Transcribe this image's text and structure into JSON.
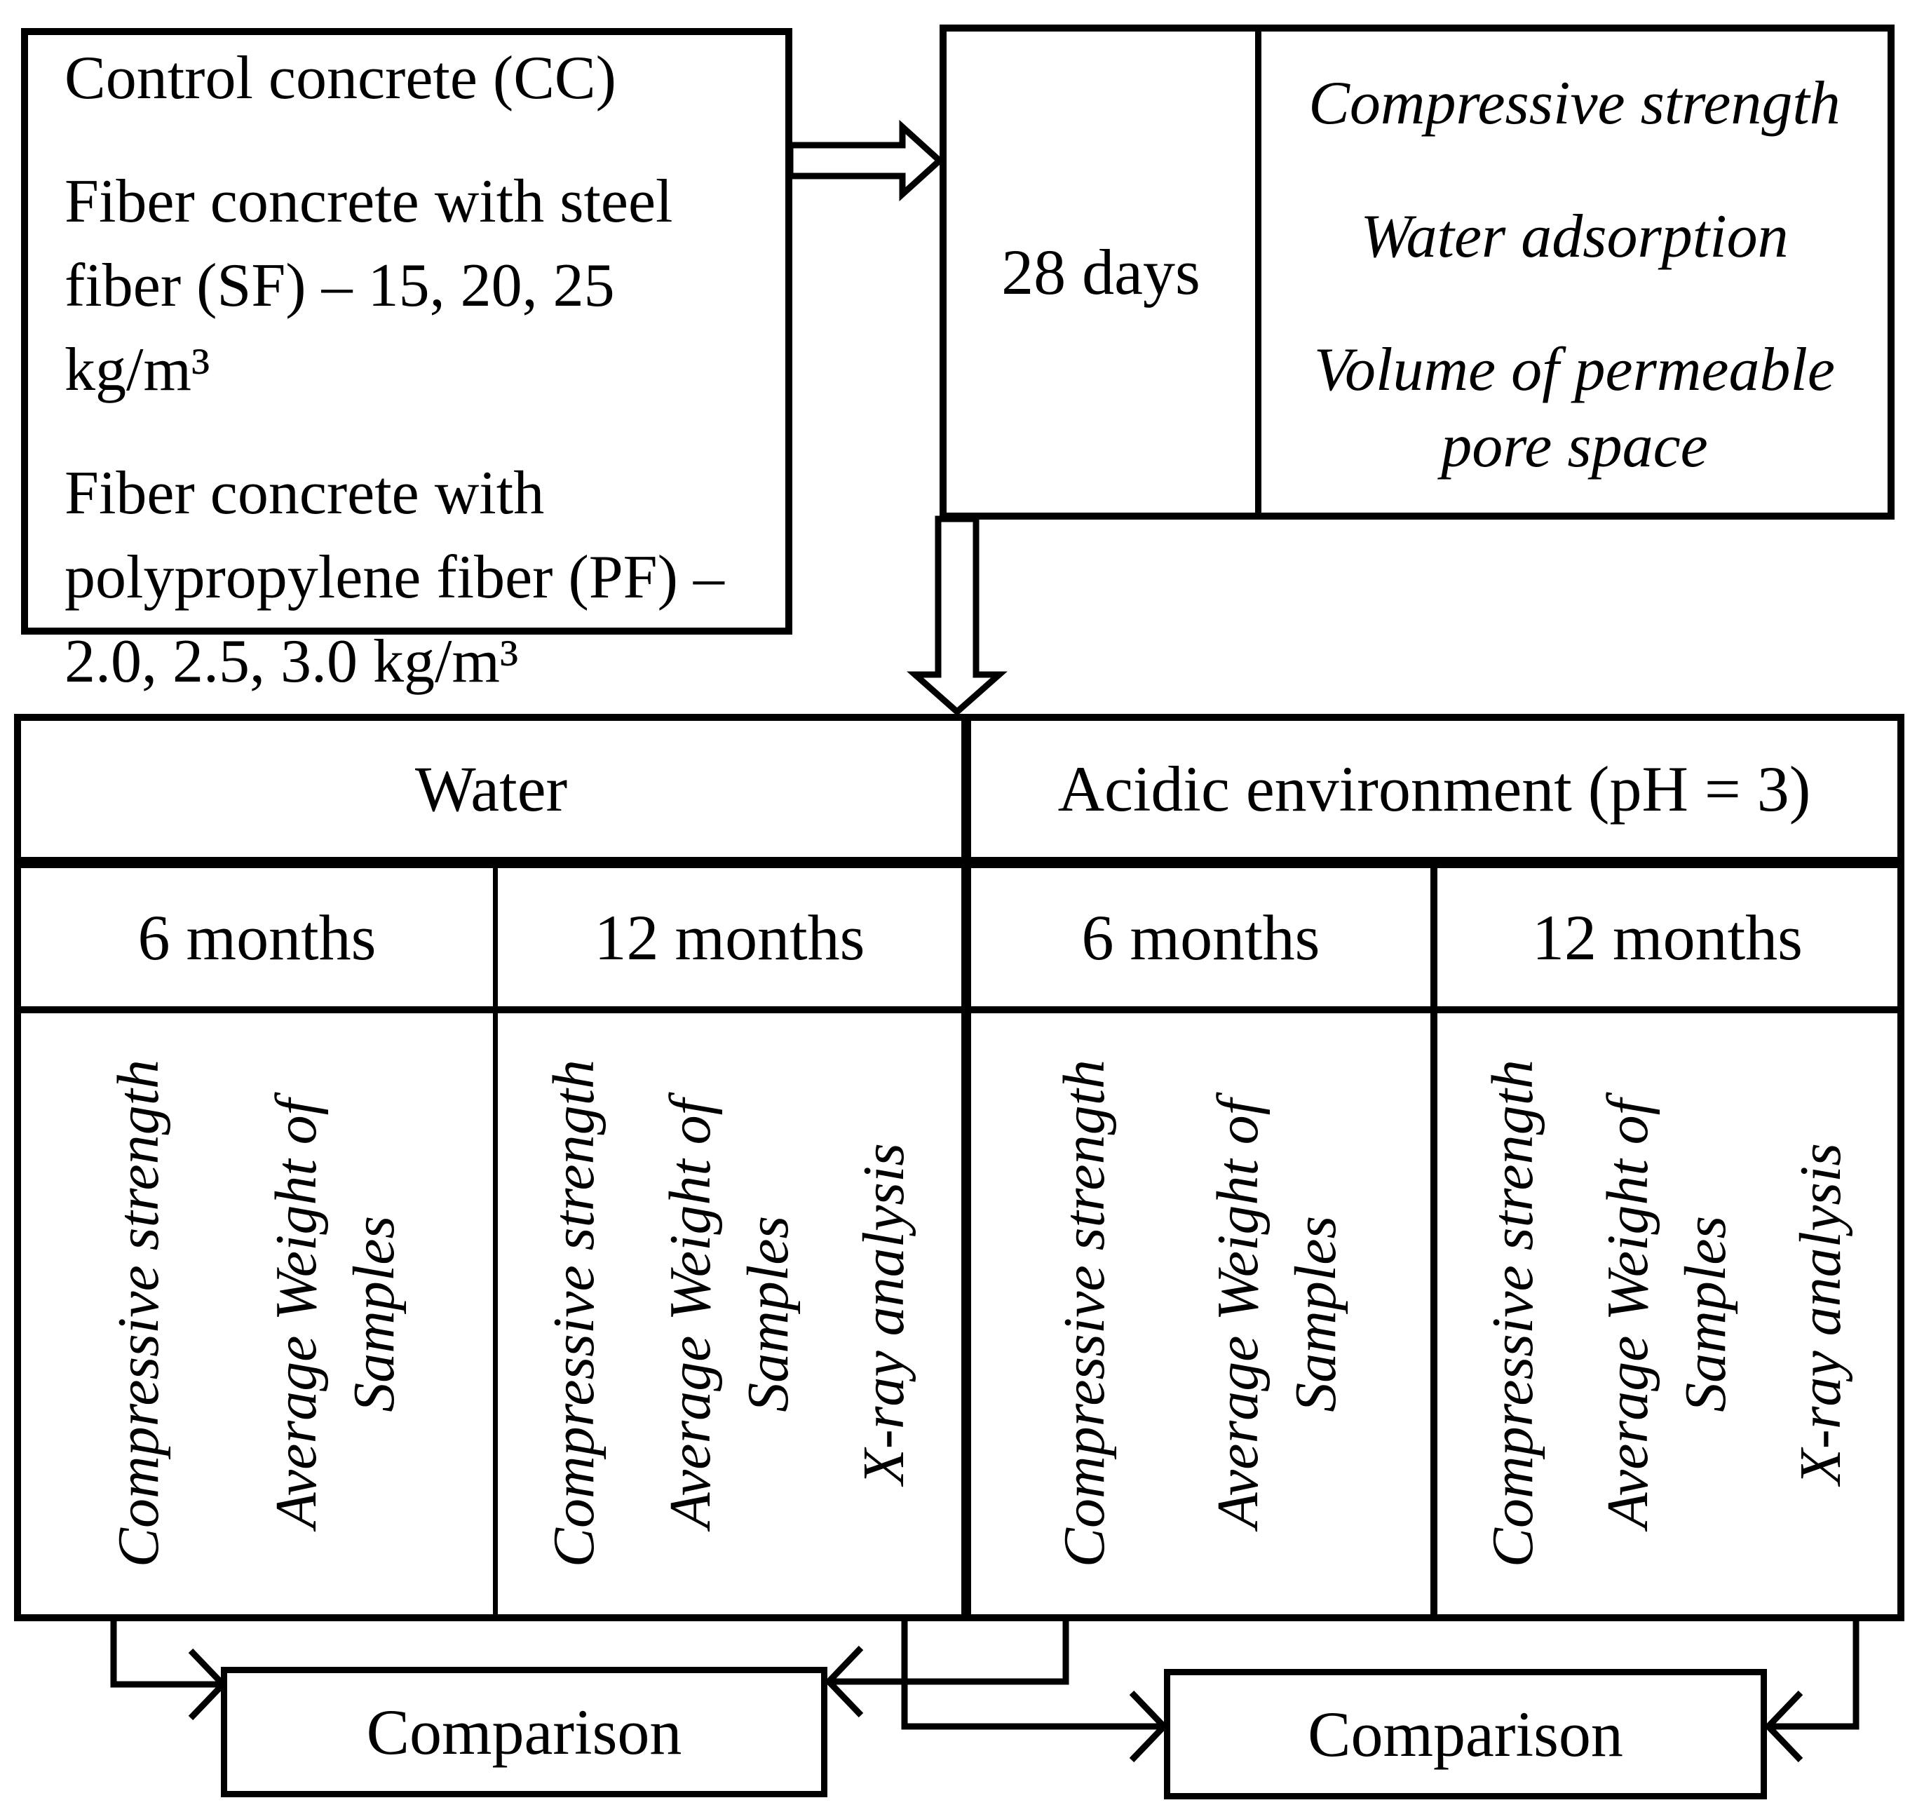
{
  "mix_box": {
    "paragraphs": [
      "Control concrete (CC)",
      "Fiber concrete with steel fiber (SF) – 15, 20, 25 kg/m³",
      "Fiber concrete with polypropylene fiber (PF) – 2.0, 2.5, 3.0 kg/m³"
    ]
  },
  "curing_box": {
    "age_label": "28 days",
    "tests": [
      "Compressive strength",
      "Water adsorption",
      "Volume of permeable pore space"
    ]
  },
  "exposure": {
    "environments": [
      {
        "label": "Water",
        "periods": [
          {
            "label": "6 months",
            "tests": [
              "Compressive strength",
              "Average Weight of\nSamples"
            ]
          },
          {
            "label": "12 months",
            "tests": [
              "Compressive strength",
              "Average Weight of\nSamples",
              "X-ray analysis"
            ]
          }
        ]
      },
      {
        "label": "Acidic environment (pH = 3)",
        "periods": [
          {
            "label": "6 months",
            "tests": [
              "Compressive strength",
              "Average Weight of\nSamples"
            ]
          },
          {
            "label": "12 months",
            "tests": [
              "Compressive strength",
              "Average Weight of\nSamples",
              "X-ray analysis"
            ]
          }
        ]
      }
    ]
  },
  "comparisons": [
    {
      "label": "Comparison"
    },
    {
      "label": "Comparison"
    }
  ],
  "colors": {
    "ink": "#000000",
    "paper": "#ffffff"
  }
}
